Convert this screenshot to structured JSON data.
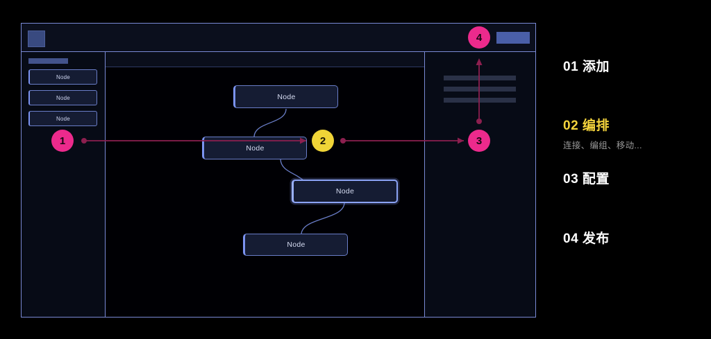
{
  "app": {
    "header": {
      "logo_name": "app-logo-square",
      "action_button_label": ""
    },
    "sidebar": {
      "title_placeholder": "",
      "items": [
        {
          "label": "Node"
        },
        {
          "label": "Node"
        },
        {
          "label": "Node"
        }
      ]
    },
    "canvas": {
      "toolbar_placeholder": "",
      "nodes": [
        {
          "label": "Node",
          "selected": false
        },
        {
          "label": "Node",
          "selected": false
        },
        {
          "label": "Node",
          "selected": true
        },
        {
          "label": "Node",
          "selected": false
        }
      ]
    },
    "inspector": {
      "rows": [
        "",
        "",
        ""
      ]
    }
  },
  "annotations": {
    "markers": [
      {
        "id": "1",
        "label": "1",
        "color": "#ec2a8c"
      },
      {
        "id": "2",
        "label": "2",
        "color": "#f0d437"
      },
      {
        "id": "3",
        "label": "3",
        "color": "#ec2a8c"
      },
      {
        "id": "4",
        "label": "4",
        "color": "#ec2a8c"
      }
    ],
    "line_color": "#8c1f4f"
  },
  "legend": {
    "items": [
      {
        "number": "01",
        "title": "添加",
        "sub": "",
        "active": false
      },
      {
        "number": "02",
        "title": "编排",
        "sub": "连接、编组、移动...",
        "active": true
      },
      {
        "number": "03",
        "title": "配置",
        "sub": "",
        "active": false
      },
      {
        "number": "04",
        "title": "发布",
        "sub": "",
        "active": false
      }
    ]
  },
  "colors": {
    "background": "#000000",
    "frame_border": "#7a8ad6",
    "panel_bg": "#070b16",
    "node_fill": "#151c33",
    "node_border": "#6a7ec9",
    "node_accent": "#7b93f0",
    "accent_pink": "#ec2a8c",
    "accent_yellow": "#f0d437",
    "header_button": "#4a5fa8"
  }
}
